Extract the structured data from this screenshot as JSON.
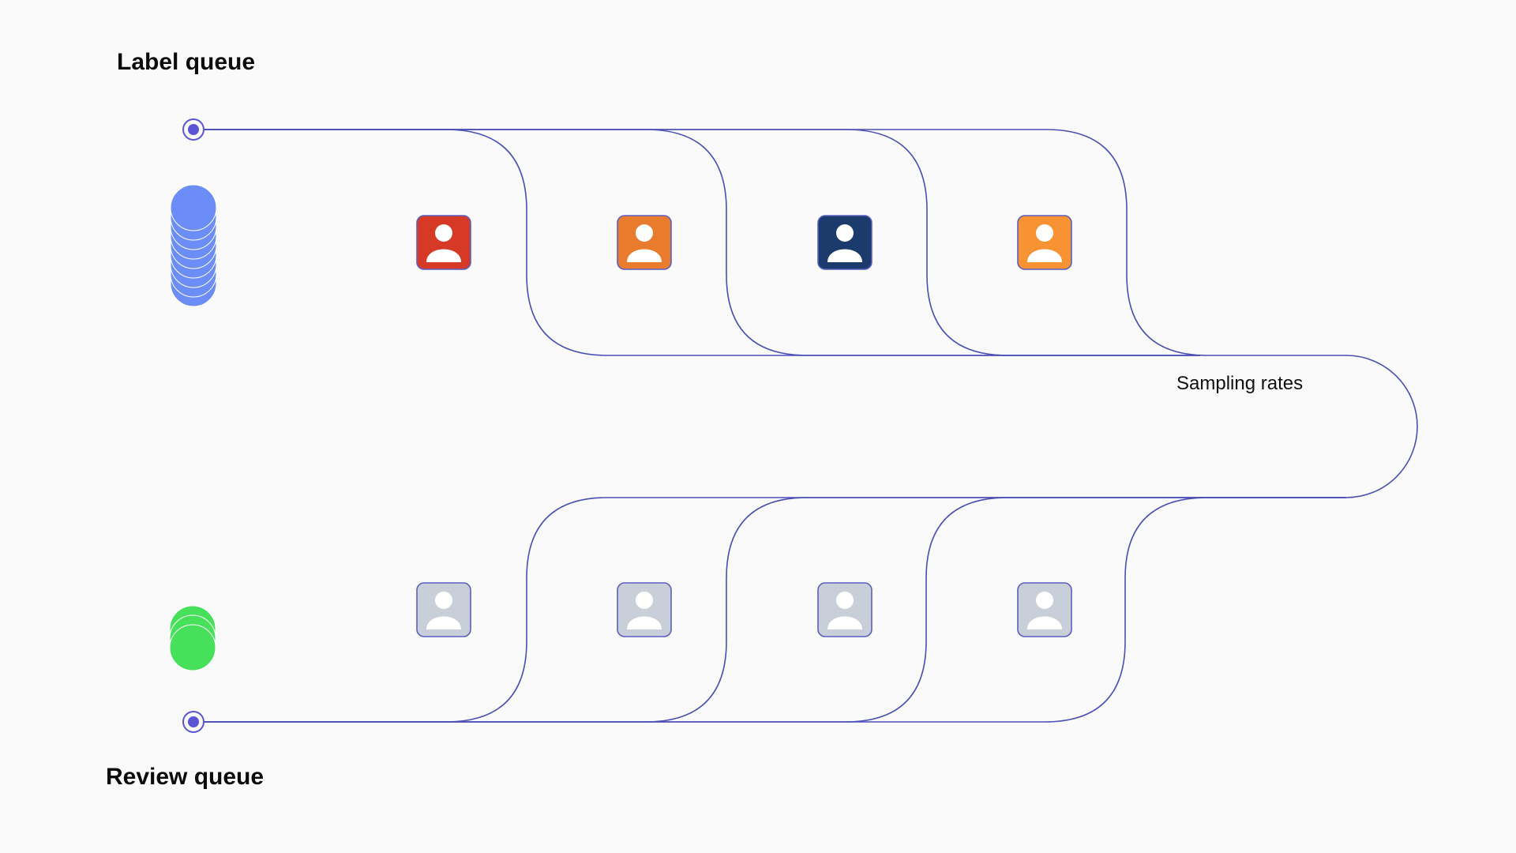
{
  "label_queue": {
    "title": "Label queue"
  },
  "review_queue": {
    "title": "Review queue"
  },
  "sampling": {
    "label": "Sampling rates"
  },
  "labelers": [
    {
      "icon": "user-icon",
      "color": "#d63a26"
    },
    {
      "icon": "user-icon",
      "color": "#e87b2c"
    },
    {
      "icon": "user-icon",
      "color": "#1a3b6c"
    },
    {
      "icon": "user-icon",
      "color": "#f79333"
    }
  ],
  "reviewers": [
    {
      "icon": "user-icon",
      "color": "#c9cfd8"
    },
    {
      "icon": "user-icon",
      "color": "#c9cfd8"
    },
    {
      "icon": "user-icon",
      "color": "#c9cfd8"
    },
    {
      "icon": "user-icon",
      "color": "#c9cfd8"
    }
  ],
  "colors": {
    "path": "#4a4fb5",
    "node": "#5b55d6",
    "task_stack": "#6b8df5",
    "done_stack": "#46e05a",
    "icon_border": "#5a5fc2"
  },
  "task_stack_count": 9,
  "done_stack_count": 3
}
